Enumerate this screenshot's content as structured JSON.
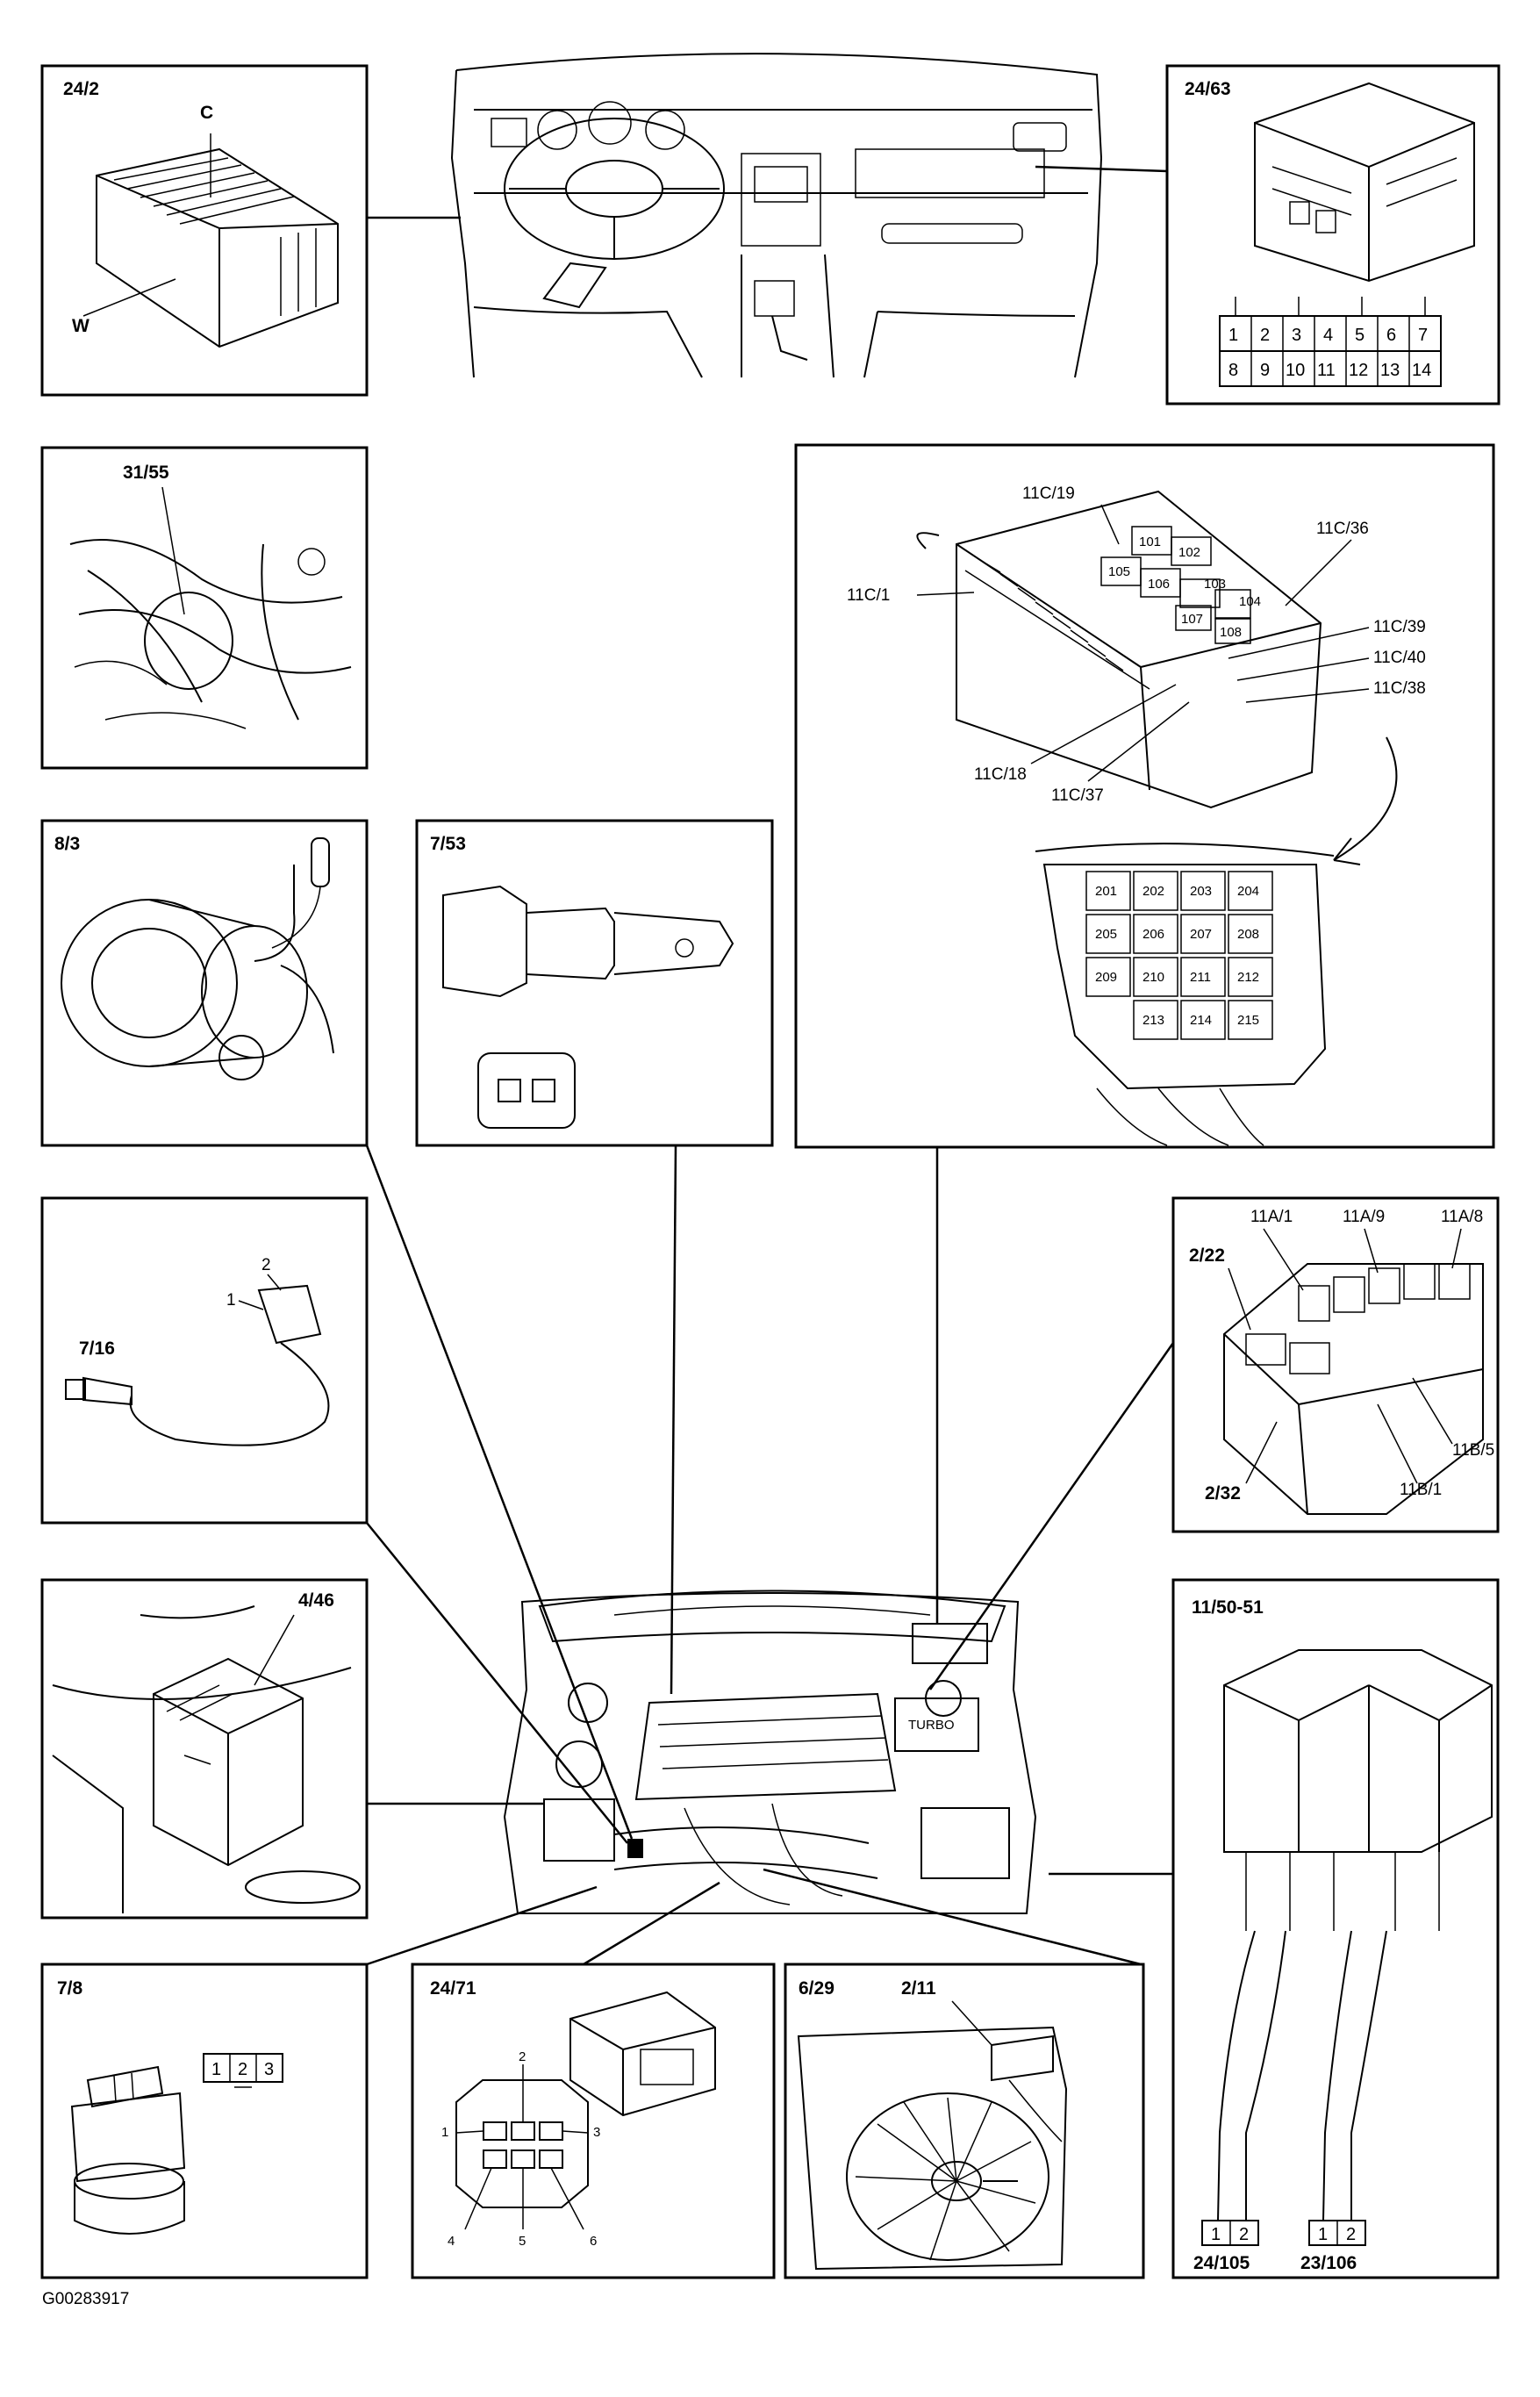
{
  "footer_code": "G00283917",
  "panels": {
    "p24_2": {
      "title": "24/2",
      "c": "C",
      "w": "W"
    },
    "p24_63": {
      "title": "24/63",
      "pins_top": [
        "1",
        "2",
        "3",
        "4",
        "5",
        "6",
        "7"
      ],
      "pins_bottom": [
        "8",
        "9",
        "10",
        "11",
        "12",
        "13",
        "14"
      ]
    },
    "p31_55": {
      "title": "31/55"
    },
    "p8_3": {
      "title": "8/3"
    },
    "p7_53": {
      "title": "7/53"
    },
    "fusebox": {
      "labels": {
        "c19": "11C/19",
        "c36": "11C/36",
        "c1": "11C/1",
        "c39": "11C/39",
        "c40": "11C/40",
        "c38": "11C/38",
        "c18": "11C/18",
        "c37": "11C/37"
      },
      "relays_top": [
        "101",
        "102",
        "103",
        "104",
        "105",
        "106",
        "107",
        "108"
      ],
      "relays_bottom": [
        "201",
        "202",
        "203",
        "204",
        "205",
        "206",
        "207",
        "208",
        "209",
        "210",
        "211",
        "212",
        "213",
        "214",
        "215"
      ]
    },
    "p7_16": {
      "title": "7/16",
      "pin1": "1",
      "pin2": "2"
    },
    "p2_22": {
      "title": "2/22",
      "a1": "11A/1",
      "a9": "11A/9",
      "a8": "11A/8",
      "b5": "11B/5",
      "b1": "11B/1",
      "t232": "2/32"
    },
    "p4_46": {
      "title": "4/46"
    },
    "p11_50": {
      "title": "11/50-51",
      "c1_pins": [
        "1",
        "2"
      ],
      "c2_pins": [
        "1",
        "2"
      ],
      "c1_name": "24/105",
      "c2_name": "23/106"
    },
    "p7_8": {
      "title": "7/8",
      "pins": [
        "1",
        "2",
        "3"
      ]
    },
    "p24_71": {
      "title": "24/71",
      "pins": [
        "1",
        "2",
        "3",
        "4",
        "5",
        "6"
      ]
    },
    "p6_29": {
      "title": "6/29",
      "sub": "2/11"
    }
  }
}
